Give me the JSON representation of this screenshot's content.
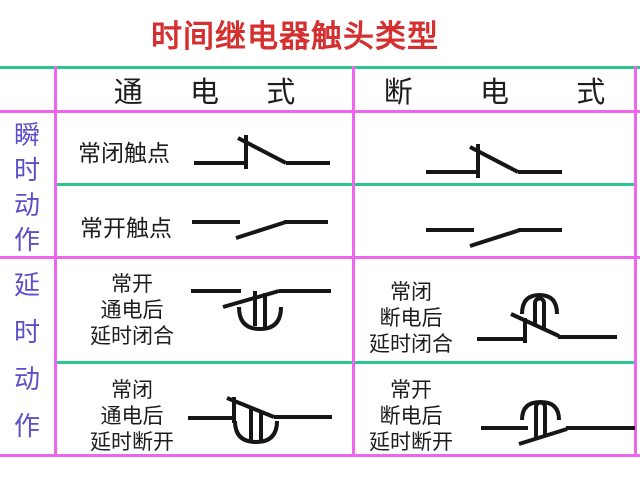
{
  "title": "时间继电器触头类型",
  "colors": {
    "title_red": "#d53030",
    "grid_green": "#2bc78f",
    "grid_magenta": "#ee66ee",
    "sidebar_blue": "#5b50c8",
    "symbol_black": "#161616"
  },
  "header": {
    "energized": "通 电 式",
    "deenergized": "断 电 式"
  },
  "sidebar": {
    "instant": "瞬时动作",
    "delayed": "延时动作"
  },
  "rows": {
    "nc_instant": {
      "label": "常闭触点",
      "symbol": "normally-closed-contact"
    },
    "no_instant": {
      "label": "常开触点",
      "symbol": "normally-open-contact"
    },
    "delay_close": {
      "energized": [
        "常开",
        "通电后",
        "延时闭合"
      ],
      "deenergized": [
        "常闭",
        "断电后",
        "延时闭合"
      ]
    },
    "delay_open": {
      "energized": [
        "常闭",
        "通电后",
        "延时断开"
      ],
      "deenergized": [
        "常开",
        "断电后",
        "延时断开"
      ]
    }
  }
}
